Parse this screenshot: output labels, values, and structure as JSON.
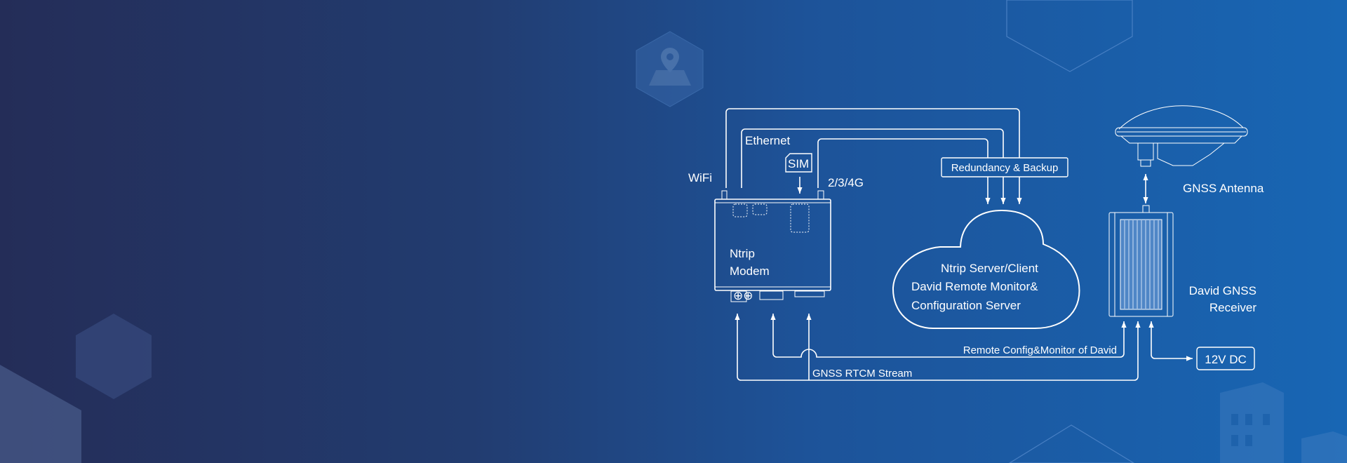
{
  "diagram": {
    "labels": {
      "wifi": "WiFi",
      "ethernet": "Ethernet",
      "sim": "SIM",
      "cellular": "2/3/4G",
      "redundancy": "Redundancy & Backup",
      "modem_line1": "Ntrip",
      "modem_line2": "Modem",
      "cloud_line1": "Ntrip Server/Client",
      "cloud_line2": "David Remote Monitor&",
      "cloud_line3": "Configuration Server",
      "antenna": "GNSS Antenna",
      "receiver_line1": "David GNSS",
      "receiver_line2": "Receiver",
      "remote_config": "Remote Config&Monitor of David",
      "rtcm_stream": "GNSS RTCM Stream",
      "power": "12V DC"
    },
    "icons": [
      "map-location-icon",
      "hexagon-decoration",
      "building-icon"
    ],
    "colors": {
      "bg_left": "#242d58",
      "bg_right": "#1866b4",
      "line": "#ffffff"
    }
  }
}
